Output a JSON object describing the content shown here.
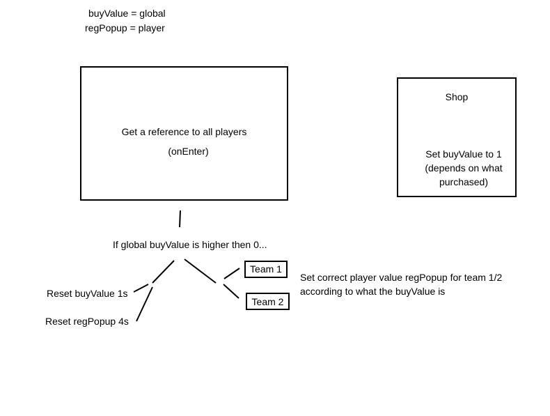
{
  "legend": {
    "line1": "buyValue = global",
    "line2": "regPopup = player"
  },
  "main_box": {
    "label": "Get a reference to all players",
    "sublabel": "(onEnter)"
  },
  "shop_box": {
    "title": "Shop",
    "line1": "Set buyValue to 1",
    "line2": "(depends on what",
    "line3": "purchased)"
  },
  "condition": {
    "label": "If global buyValue is higher then 0..."
  },
  "reset": {
    "buy_value": "Reset buyValue  1s",
    "reg_popup": "Reset regPopup  4s"
  },
  "teams": {
    "team1": "Team 1",
    "team2": "Team 2"
  },
  "team_note": {
    "line1": "Set correct player value regPopup for team 1/2",
    "line2": "according to what the buyValue is"
  },
  "colors": {
    "stroke": "#000000",
    "background": "#ffffff"
  }
}
